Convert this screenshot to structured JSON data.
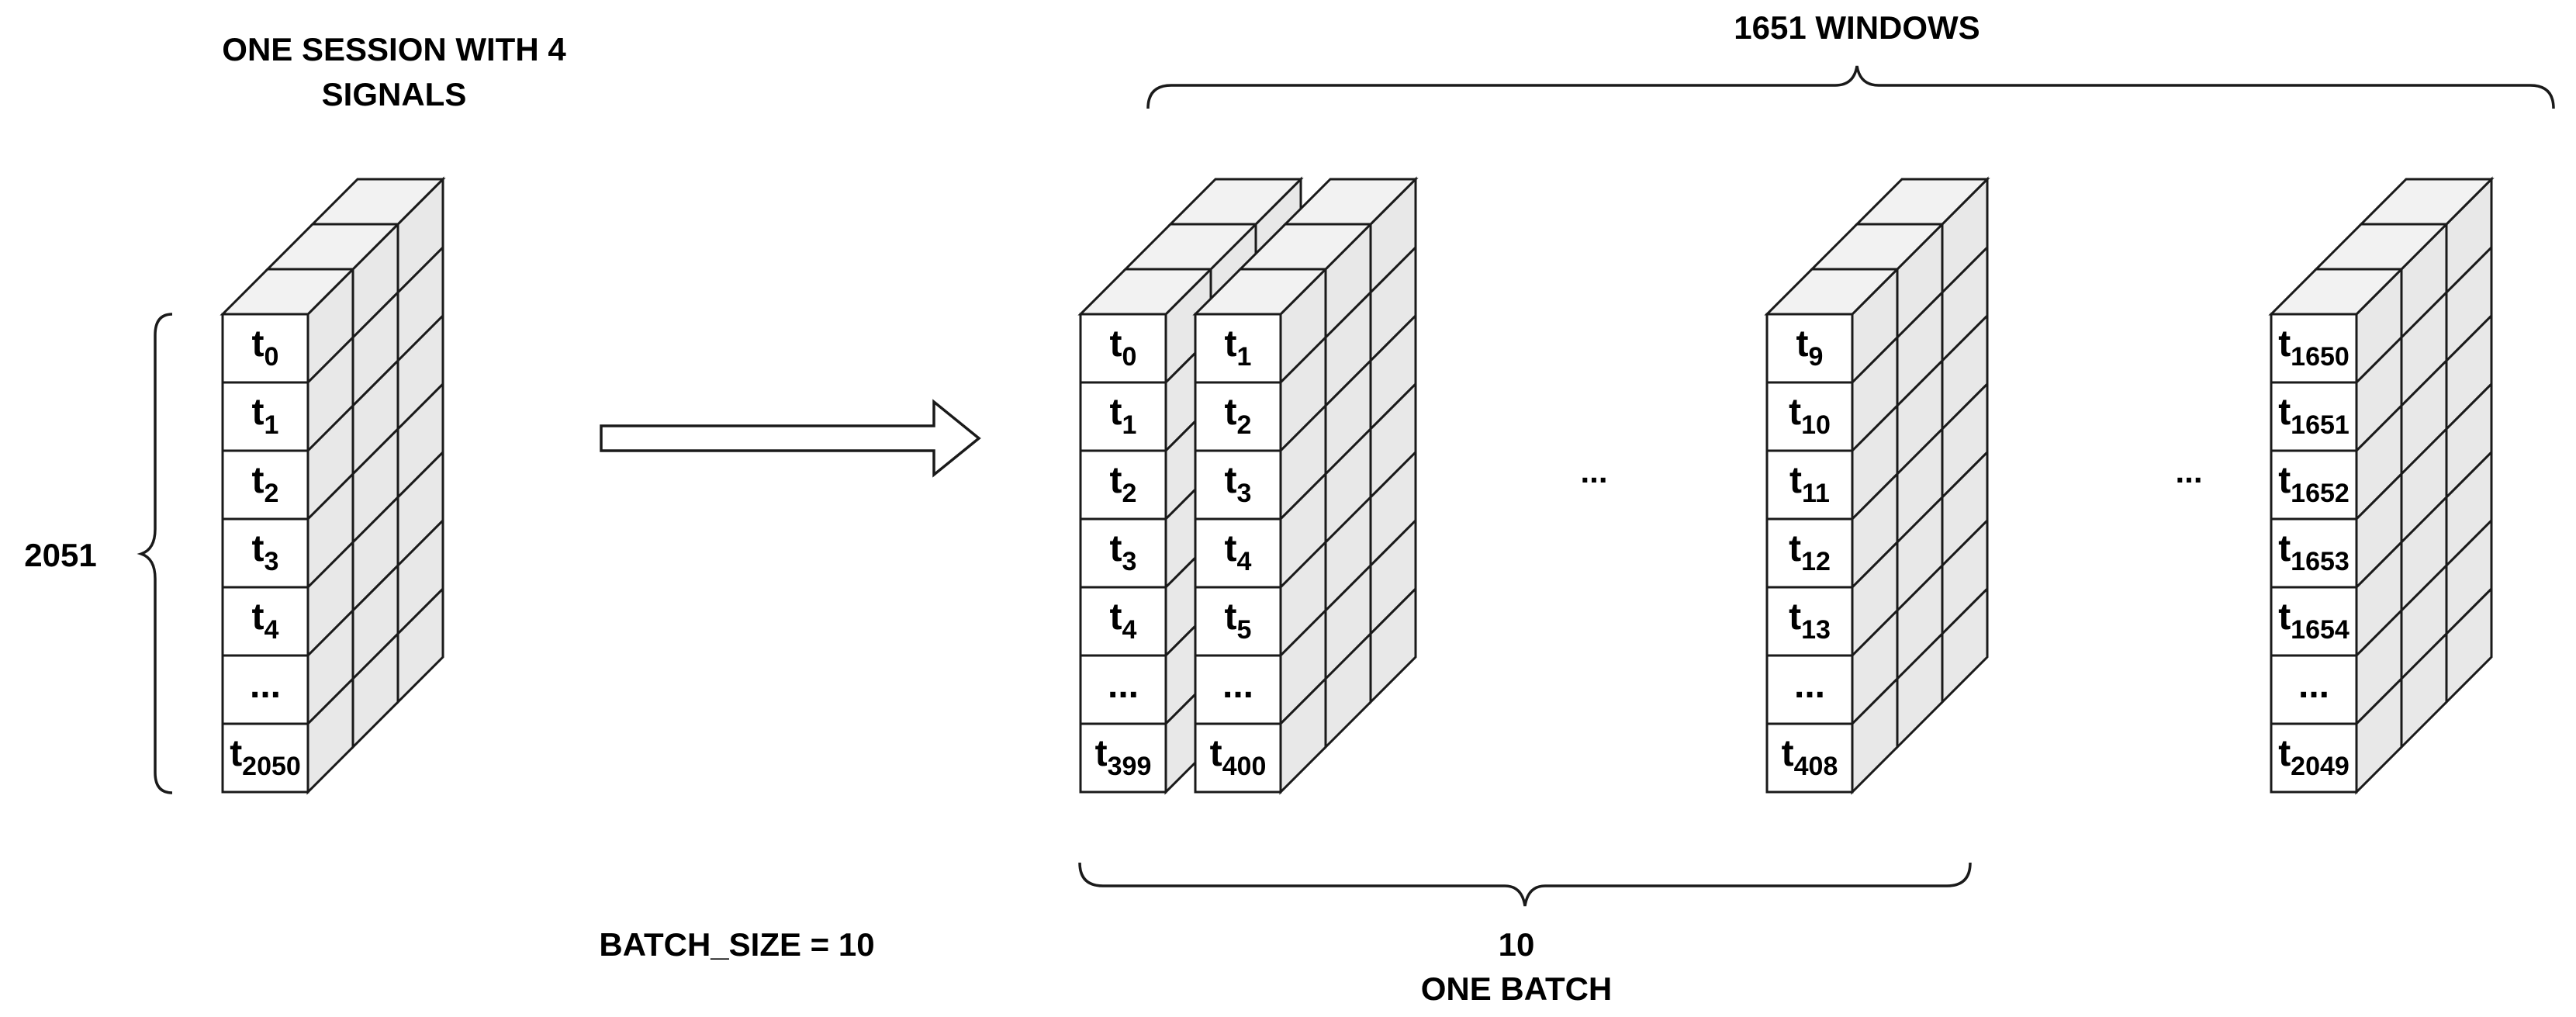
{
  "labels": {
    "session_title_line1": "ONE SESSION WITH 4",
    "session_title_line2": "SIGNALS",
    "session_length": "2051",
    "windows_title": "1651 WINDOWS",
    "batch_size": "BATCH_SIZE = 10",
    "batch_count": "10",
    "batch_title": "ONE BATCH",
    "ellipsis_1": "...",
    "ellipsis_2": "..."
  },
  "stacks": [
    {
      "name": "session-stack",
      "cells": [
        {
          "t": "t",
          "sub": "0"
        },
        {
          "t": "t",
          "sub": "1"
        },
        {
          "t": "t",
          "sub": "2"
        },
        {
          "t": "t",
          "sub": "3"
        },
        {
          "t": "t",
          "sub": "4"
        },
        {
          "t": "...",
          "sub": ""
        },
        {
          "t": "t",
          "sub": "2050"
        }
      ]
    },
    {
      "name": "window-stack-1",
      "cells": [
        {
          "t": "t",
          "sub": "0"
        },
        {
          "t": "t",
          "sub": "1"
        },
        {
          "t": "t",
          "sub": "2"
        },
        {
          "t": "t",
          "sub": "3"
        },
        {
          "t": "t",
          "sub": "4"
        },
        {
          "t": "...",
          "sub": ""
        },
        {
          "t": "t",
          "sub": "399"
        }
      ]
    },
    {
      "name": "window-stack-2",
      "cells": [
        {
          "t": "t",
          "sub": "1"
        },
        {
          "t": "t",
          "sub": "2"
        },
        {
          "t": "t",
          "sub": "3"
        },
        {
          "t": "t",
          "sub": "4"
        },
        {
          "t": "t",
          "sub": "5"
        },
        {
          "t": "...",
          "sub": ""
        },
        {
          "t": "t",
          "sub": "400"
        }
      ]
    },
    {
      "name": "window-stack-10",
      "cells": [
        {
          "t": "t",
          "sub": "9"
        },
        {
          "t": "t",
          "sub": "10"
        },
        {
          "t": "t",
          "sub": "11"
        },
        {
          "t": "t",
          "sub": "12"
        },
        {
          "t": "t",
          "sub": "13"
        },
        {
          "t": "...",
          "sub": ""
        },
        {
          "t": "t",
          "sub": "408"
        }
      ]
    },
    {
      "name": "window-stack-last",
      "cells": [
        {
          "t": "t",
          "sub": "1650"
        },
        {
          "t": "t",
          "sub": "1651"
        },
        {
          "t": "t",
          "sub": "1652"
        },
        {
          "t": "t",
          "sub": "1653"
        },
        {
          "t": "t",
          "sub": "1654"
        },
        {
          "t": "...",
          "sub": ""
        },
        {
          "t": "t",
          "sub": "2049"
        }
      ]
    }
  ]
}
